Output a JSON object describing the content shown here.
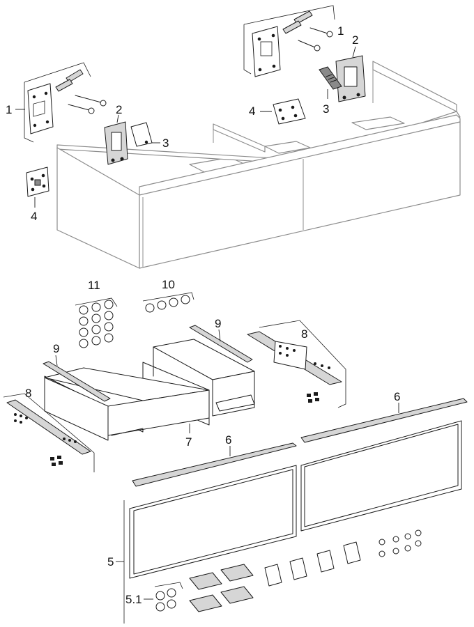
{
  "labels": {
    "l1_right": "1",
    "l2_right": "2",
    "l3_right": "3",
    "l1_left": "1",
    "l2_left": "2",
    "l3_left": "3",
    "l4_left": "4",
    "l4_mid": "4",
    "l11": "11",
    "l10": "10",
    "l9_top": "9",
    "l9_left": "9",
    "l8_right": "8",
    "l8_left": "8",
    "l7": "7",
    "l6_right": "6",
    "l6_left": "6",
    "l5": "5",
    "l5_1": "5.1"
  },
  "colors": {
    "line": "#1a1a1a",
    "cabinet_outline": "#8c8c8c",
    "part_fill": "#d6d6d6",
    "background": "#ffffff"
  }
}
